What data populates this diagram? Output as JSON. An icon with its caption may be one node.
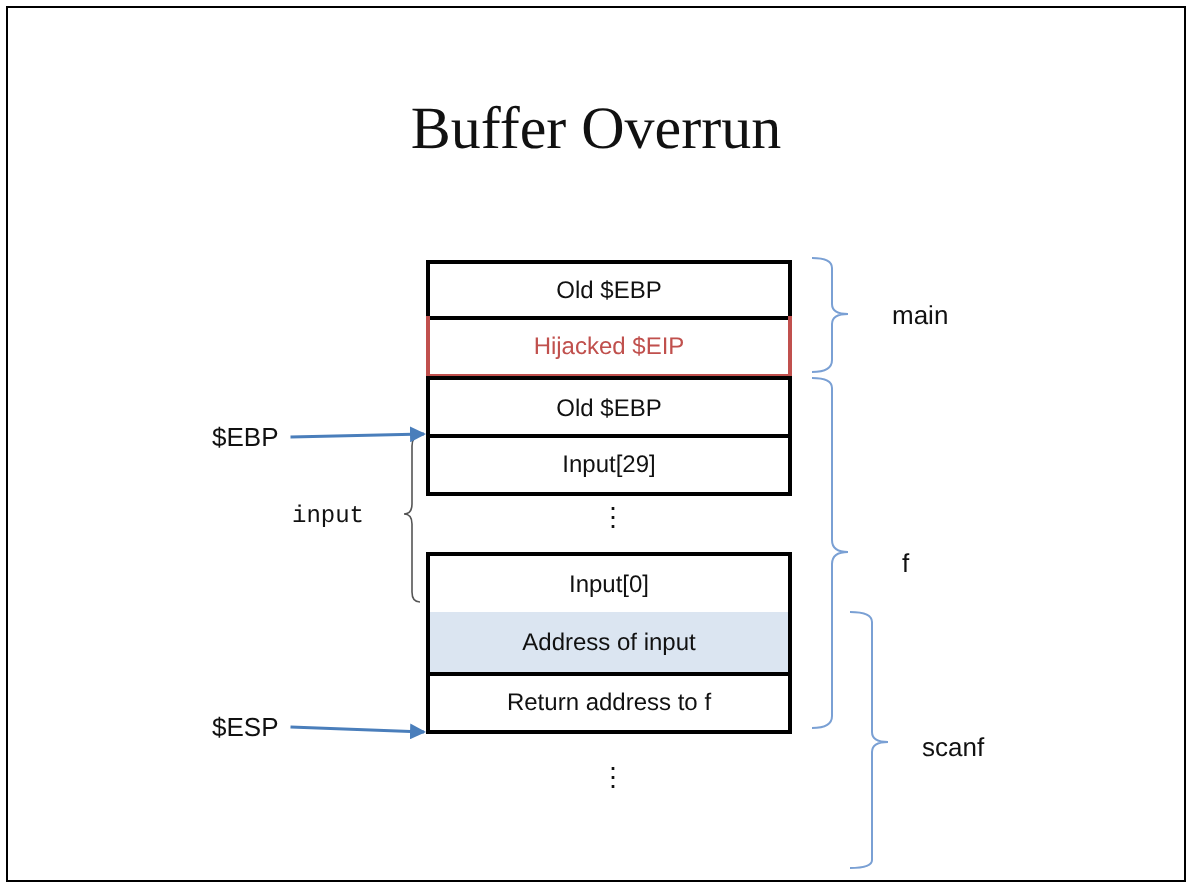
{
  "diagram": {
    "title": "Buffer Overrun",
    "nodes": [
      {
        "text": [
          "Old $EBP"
        ]
      },
      {
        "text": [
          "Hijacked $EIP"
        ]
      },
      {
        "text": [
          "Old $EBP"
        ]
      },
      {
        "text": [
          "Input[29]"
        ]
      },
      {
        "text": [
          "Input[0]"
        ]
      },
      {
        "text": [
          "Address of input"
        ]
      },
      {
        "text": [
          "Return address to f"
        ]
      },
      {
        "text": [
          "$EBP"
        ]
      },
      {
        "text": [
          "$ESP"
        ]
      }
    ],
    "edges": [
      {
        "from": 7,
        "to": 3,
        "arrow": "to"
      },
      {
        "from": 8,
        "to": 6,
        "arrow": "to"
      }
    ],
    "labels": [
      "main",
      "input",
      "⋮",
      "f",
      "scanf",
      "⋮"
    ]
  }
}
